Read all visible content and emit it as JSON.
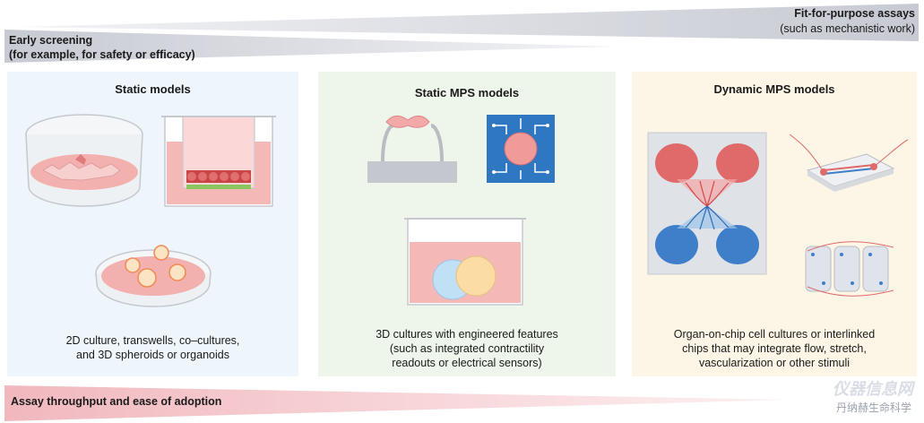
{
  "header": {
    "right_title": "Fit-for-purpose assays",
    "right_subtitle": "(such as mechanistic work)",
    "left_title": "Early screening",
    "left_subtitle": "(for example, for safety or efficacy)"
  },
  "panels": [
    {
      "title": "Static models",
      "caption": [
        "2D culture, transwells, co–cultures,",
        "and 3D spheroids or organoids"
      ]
    },
    {
      "title": "Static MPS models",
      "caption": [
        "3D cultures with engineered features",
        "(such as integrated contractility",
        "readouts or electrical sensors)"
      ]
    },
    {
      "title": "Dynamic MPS models",
      "caption": [
        "Organ-on-chip cell cultures or interlinked",
        "chips that may integrate flow, stretch,",
        "vascularization or other stimuli"
      ]
    }
  ],
  "footer": {
    "label": "Assay throughput and ease of adoption"
  },
  "watermark": {
    "text": "仪器信息网",
    "source": "丹纳赫生命科学"
  },
  "colors": {
    "panel1_bg": "#eef6fb",
    "panel2_bg": "#eef5ea",
    "panel3_bg": "#fdf6e6",
    "pink": "#f3b1b1",
    "red_organ": "#e06a6a",
    "blue_organ": "#3f7ec9",
    "grey_arrow": "#c9ccd3",
    "pink_arrow": "#f2c3c8"
  },
  "icons": [
    "petri-dish-icon",
    "transwell-icon",
    "spheroid-dish-icon",
    "suspended-tissue-icon",
    "circuit-chip-icon",
    "organoid-well-icon",
    "organ-chip-icon",
    "microfluidic-chip-icon",
    "linked-chips-icon"
  ]
}
